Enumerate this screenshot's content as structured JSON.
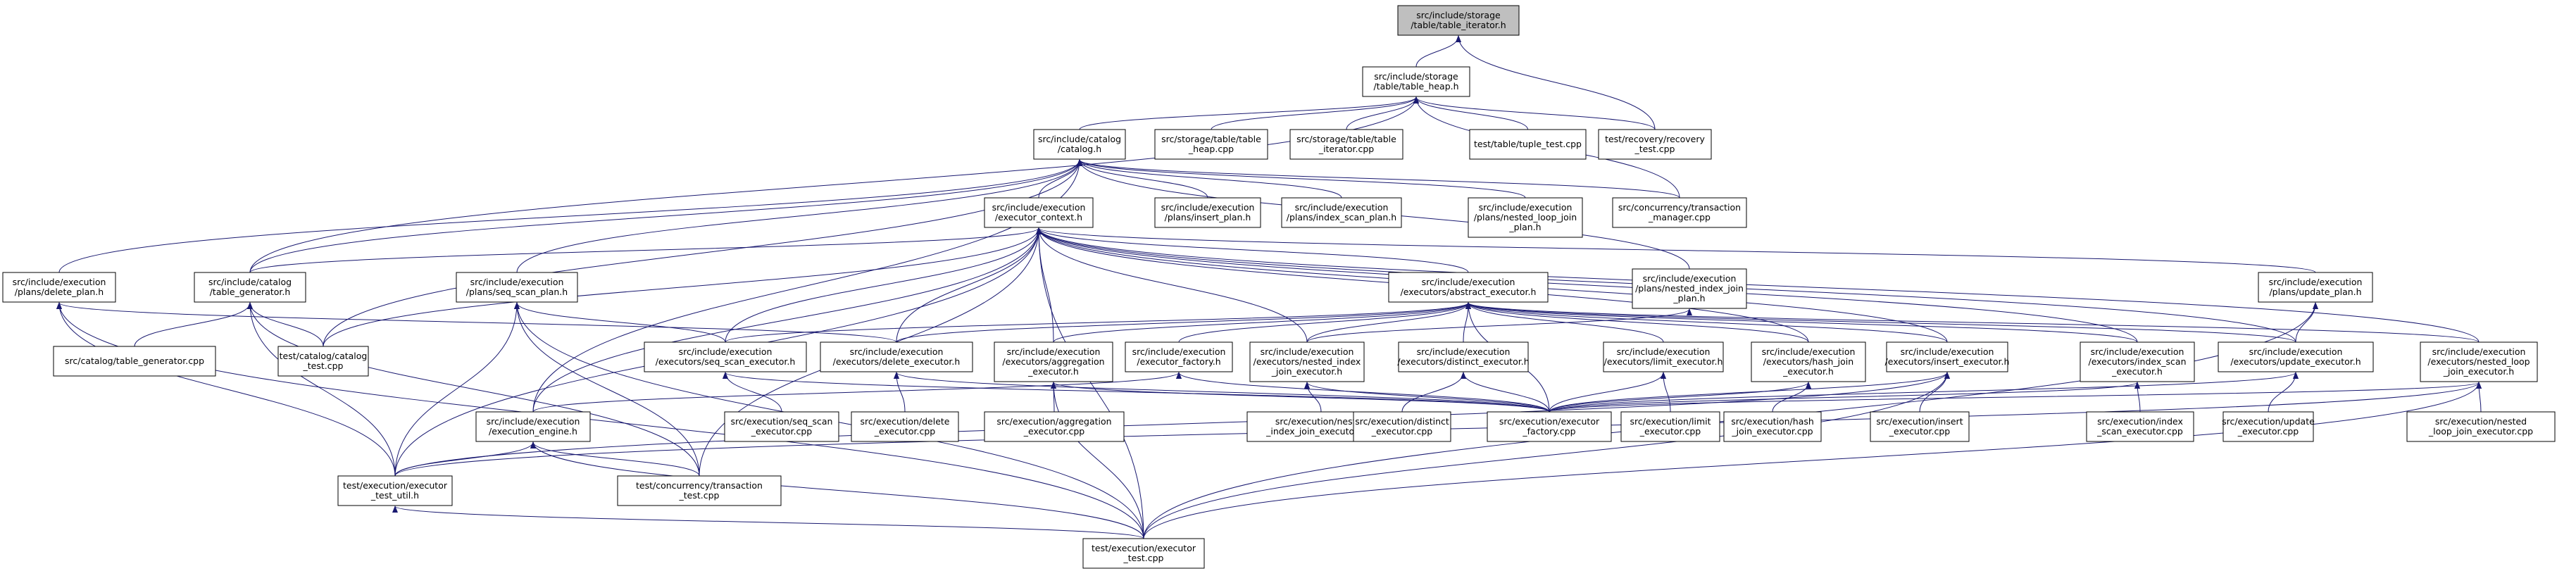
{
  "graph": {
    "type": "include-dependency-graph",
    "root": "n0",
    "colors": {
      "root_fill": "#bfbfbf",
      "node_fill": "#ffffff",
      "node_stroke": "#000000",
      "edge_stroke": "#191970"
    },
    "nodes": [
      {
        "id": "n0",
        "lines": [
          "src/include/storage",
          "/table/table_iterator.h"
        ]
      },
      {
        "id": "n1",
        "lines": [
          "src/include/storage",
          "/table/table_heap.h"
        ]
      },
      {
        "id": "n2",
        "lines": [
          "src/include/catalog",
          "/catalog.h"
        ]
      },
      {
        "id": "n3",
        "lines": [
          "src/storage/table/table",
          "_heap.cpp"
        ]
      },
      {
        "id": "n4",
        "lines": [
          "src/storage/table/table",
          "_iterator.cpp"
        ]
      },
      {
        "id": "n5",
        "lines": [
          "test/table/tuple_test.cpp"
        ]
      },
      {
        "id": "n6",
        "lines": [
          "test/recovery/recovery",
          "_test.cpp"
        ]
      },
      {
        "id": "n7",
        "lines": [
          "src/include/execution",
          "/executor_context.h"
        ]
      },
      {
        "id": "n8",
        "lines": [
          "src/include/execution",
          "/plans/insert_plan.h"
        ]
      },
      {
        "id": "n9",
        "lines": [
          "src/include/execution",
          "/plans/index_scan_plan.h"
        ]
      },
      {
        "id": "n10",
        "lines": [
          "src/include/execution",
          "/plans/nested_loop_join",
          "_plan.h"
        ]
      },
      {
        "id": "n11",
        "lines": [
          "src/concurrency/transaction",
          "_manager.cpp"
        ]
      },
      {
        "id": "n12",
        "lines": [
          "src/include/execution",
          "/plans/delete_plan.h"
        ]
      },
      {
        "id": "n13",
        "lines": [
          "src/include/catalog",
          "/table_generator.h"
        ]
      },
      {
        "id": "n14",
        "lines": [
          "src/include/execution",
          "/plans/seq_scan_plan.h"
        ]
      },
      {
        "id": "n15",
        "lines": [
          "src/include/execution",
          "/executors/abstract_executor.h"
        ]
      },
      {
        "id": "n16",
        "lines": [
          "src/include/execution",
          "/plans/nested_index_join",
          "_plan.h"
        ]
      },
      {
        "id": "n17",
        "lines": [
          "src/include/execution",
          "/plans/update_plan.h"
        ]
      },
      {
        "id": "n18",
        "lines": [
          "src/catalog/table_generator.cpp"
        ]
      },
      {
        "id": "n19",
        "lines": [
          "test/catalog/catalog",
          "_test.cpp"
        ]
      },
      {
        "id": "n20",
        "lines": [
          "src/include/execution",
          "/executors/seq_scan_executor.h"
        ]
      },
      {
        "id": "n21",
        "lines": [
          "src/include/execution",
          "/executors/delete_executor.h"
        ]
      },
      {
        "id": "n22",
        "lines": [
          "src/include/execution",
          "/executors/aggregation",
          "_executor.h"
        ]
      },
      {
        "id": "n23",
        "lines": [
          "src/include/execution",
          "/executor_factory.h"
        ]
      },
      {
        "id": "n24",
        "lines": [
          "src/include/execution",
          "/executors/nested_index",
          "_join_executor.h"
        ]
      },
      {
        "id": "n25",
        "lines": [
          "src/include/execution",
          "/executors/distinct_executor.h"
        ]
      },
      {
        "id": "n26",
        "lines": [
          "src/include/execution",
          "/executors/limit_executor.h"
        ]
      },
      {
        "id": "n27",
        "lines": [
          "src/include/execution",
          "/executors/hash_join",
          "_executor.h"
        ]
      },
      {
        "id": "n28",
        "lines": [
          "src/include/execution",
          "/executors/insert_executor.h"
        ]
      },
      {
        "id": "n29",
        "lines": [
          "src/include/execution",
          "/executors/index_scan",
          "_executor.h"
        ]
      },
      {
        "id": "n30",
        "lines": [
          "src/include/execution",
          "/executors/update_executor.h"
        ]
      },
      {
        "id": "n31",
        "lines": [
          "src/include/execution",
          "/executors/nested_loop",
          "_join_executor.h"
        ]
      },
      {
        "id": "n32",
        "lines": [
          "src/include/execution",
          "/execution_engine.h"
        ]
      },
      {
        "id": "n33",
        "lines": [
          "src/execution/seq_scan",
          "_executor.cpp"
        ]
      },
      {
        "id": "n34",
        "lines": [
          "src/execution/delete",
          "_executor.cpp"
        ]
      },
      {
        "id": "n35",
        "lines": [
          "src/execution/aggregation",
          "_executor.cpp"
        ]
      },
      {
        "id": "n36",
        "lines": [
          "src/execution/nested",
          "_index_join_executor.cpp"
        ]
      },
      {
        "id": "n37",
        "lines": [
          "src/execution/distinct",
          "_executor.cpp"
        ]
      },
      {
        "id": "n38",
        "lines": [
          "src/execution/executor",
          "_factory.cpp"
        ]
      },
      {
        "id": "n39",
        "lines": [
          "src/execution/limit",
          "_executor.cpp"
        ]
      },
      {
        "id": "n40",
        "lines": [
          "src/execution/hash",
          "_join_executor.cpp"
        ]
      },
      {
        "id": "n41",
        "lines": [
          "src/execution/insert",
          "_executor.cpp"
        ]
      },
      {
        "id": "n42",
        "lines": [
          "src/execution/index",
          "_scan_executor.cpp"
        ]
      },
      {
        "id": "n43",
        "lines": [
          "src/execution/update",
          "_executor.cpp"
        ]
      },
      {
        "id": "n44",
        "lines": [
          "src/execution/nested",
          "_loop_join_executor.cpp"
        ]
      },
      {
        "id": "n45",
        "lines": [
          "test/execution/executor",
          "_test_util.h"
        ]
      },
      {
        "id": "n46",
        "lines": [
          "test/concurrency/transaction",
          "_test.cpp"
        ]
      },
      {
        "id": "n47",
        "lines": [
          "test/execution/executor",
          "_test.cpp"
        ]
      }
    ],
    "edges": [
      [
        "n1",
        "n0"
      ],
      [
        "n6",
        "n0"
      ],
      [
        "n2",
        "n1"
      ],
      [
        "n3",
        "n1"
      ],
      [
        "n4",
        "n1"
      ],
      [
        "n5",
        "n1"
      ],
      [
        "n6",
        "n1"
      ],
      [
        "n11",
        "n1"
      ],
      [
        "n13",
        "n1"
      ],
      [
        "n7",
        "n2"
      ],
      [
        "n8",
        "n2"
      ],
      [
        "n9",
        "n2"
      ],
      [
        "n10",
        "n2"
      ],
      [
        "n11",
        "n2"
      ],
      [
        "n12",
        "n2"
      ],
      [
        "n13",
        "n2"
      ],
      [
        "n14",
        "n2"
      ],
      [
        "n16",
        "n2"
      ],
      [
        "n19",
        "n2"
      ],
      [
        "n32",
        "n2"
      ],
      [
        "n13",
        "n7"
      ],
      [
        "n15",
        "n7"
      ],
      [
        "n17",
        "n7"
      ],
      [
        "n19",
        "n7"
      ],
      [
        "n20",
        "n7"
      ],
      [
        "n21",
        "n7"
      ],
      [
        "n22",
        "n7"
      ],
      [
        "n24",
        "n7"
      ],
      [
        "n27",
        "n7"
      ],
      [
        "n28",
        "n7"
      ],
      [
        "n29",
        "n7"
      ],
      [
        "n30",
        "n7"
      ],
      [
        "n31",
        "n7"
      ],
      [
        "n32",
        "n7"
      ],
      [
        "n45",
        "n7"
      ],
      [
        "n46",
        "n7"
      ],
      [
        "n47",
        "n7"
      ],
      [
        "n20",
        "n15"
      ],
      [
        "n21",
        "n15"
      ],
      [
        "n22",
        "n15"
      ],
      [
        "n23",
        "n15"
      ],
      [
        "n24",
        "n15"
      ],
      [
        "n25",
        "n15"
      ],
      [
        "n26",
        "n15"
      ],
      [
        "n27",
        "n15"
      ],
      [
        "n28",
        "n15"
      ],
      [
        "n29",
        "n15"
      ],
      [
        "n30",
        "n15"
      ],
      [
        "n31",
        "n15"
      ],
      [
        "n38",
        "n15"
      ],
      [
        "n21",
        "n12"
      ],
      [
        "n45",
        "n12"
      ],
      [
        "n47",
        "n12"
      ],
      [
        "n18",
        "n13"
      ],
      [
        "n19",
        "n13"
      ],
      [
        "n45",
        "n13"
      ],
      [
        "n46",
        "n13"
      ],
      [
        "n20",
        "n14"
      ],
      [
        "n45",
        "n14"
      ],
      [
        "n46",
        "n14"
      ],
      [
        "n47",
        "n14"
      ],
      [
        "n24",
        "n16"
      ],
      [
        "n30",
        "n17"
      ],
      [
        "n47",
        "n17"
      ],
      [
        "n33",
        "n20"
      ],
      [
        "n38",
        "n20"
      ],
      [
        "n34",
        "n21"
      ],
      [
        "n38",
        "n21"
      ],
      [
        "n35",
        "n22"
      ],
      [
        "n38",
        "n22"
      ],
      [
        "n47",
        "n22"
      ],
      [
        "n32",
        "n23"
      ],
      [
        "n38",
        "n23"
      ],
      [
        "n36",
        "n24"
      ],
      [
        "n38",
        "n24"
      ],
      [
        "n37",
        "n25"
      ],
      [
        "n38",
        "n25"
      ],
      [
        "n38",
        "n26"
      ],
      [
        "n39",
        "n26"
      ],
      [
        "n38",
        "n27"
      ],
      [
        "n40",
        "n27"
      ],
      [
        "n38",
        "n28"
      ],
      [
        "n41",
        "n28"
      ],
      [
        "n45",
        "n28"
      ],
      [
        "n47",
        "n28"
      ],
      [
        "n38",
        "n29"
      ],
      [
        "n42",
        "n29"
      ],
      [
        "n38",
        "n30"
      ],
      [
        "n43",
        "n30"
      ],
      [
        "n38",
        "n31"
      ],
      [
        "n44",
        "n31"
      ],
      [
        "n45",
        "n31"
      ],
      [
        "n47",
        "n31"
      ],
      [
        "n45",
        "n32"
      ],
      [
        "n46",
        "n32"
      ],
      [
        "n47",
        "n32"
      ],
      [
        "n47",
        "n45"
      ]
    ]
  }
}
